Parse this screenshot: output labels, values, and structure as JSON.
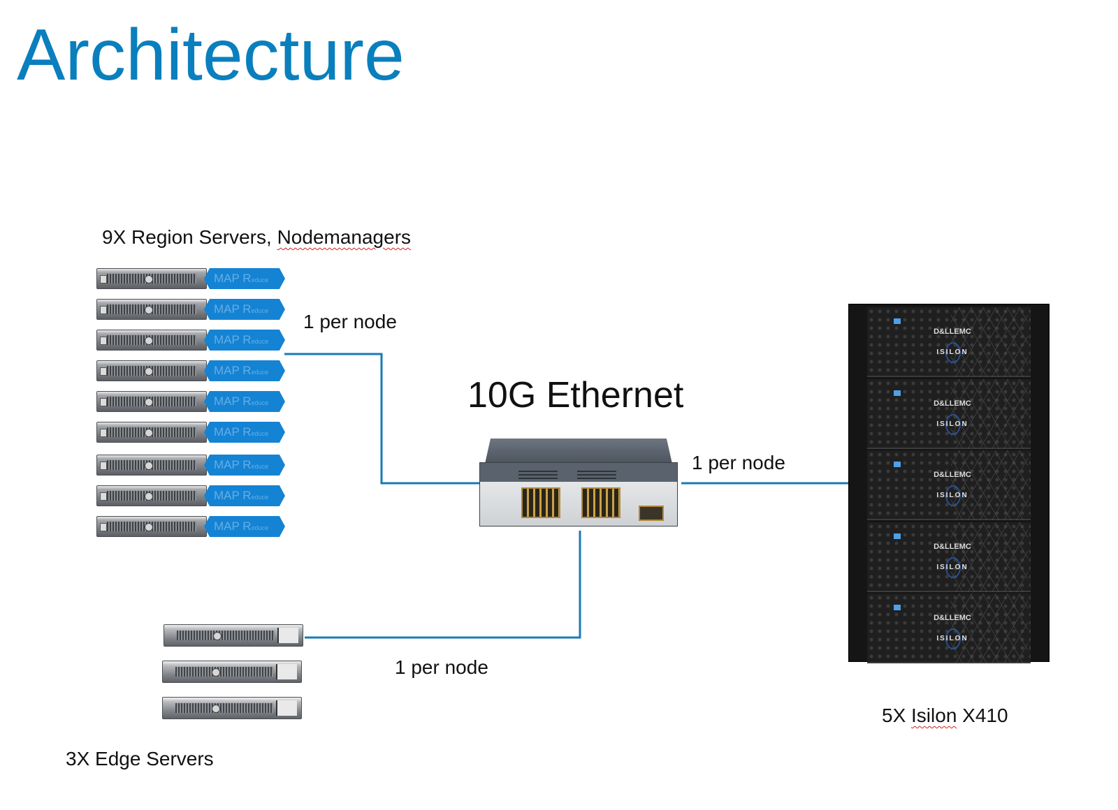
{
  "title": "Architecture",
  "region_servers": {
    "label_prefix": "9X Region Servers, ",
    "label_underlined": "Nodemanagers",
    "count": 9,
    "badge_main": "MAP R",
    "badge_small": "educe"
  },
  "edge_servers": {
    "label": "3X Edge Servers",
    "count": 3
  },
  "isilon": {
    "label_prefix": "5X ",
    "label_underlined": "Isilon",
    "label_suffix": " X410",
    "count": 5,
    "brand": "D&LLEMC",
    "product": "ISILON"
  },
  "switch": {
    "label": "10G Ethernet"
  },
  "links": {
    "region_label": "1 per node",
    "isilon_label": "1 per node",
    "edge_label": "1 per node"
  },
  "colors": {
    "title": "#0a7fbd",
    "link": "#1a7ab5",
    "badge": "#1583d3"
  }
}
